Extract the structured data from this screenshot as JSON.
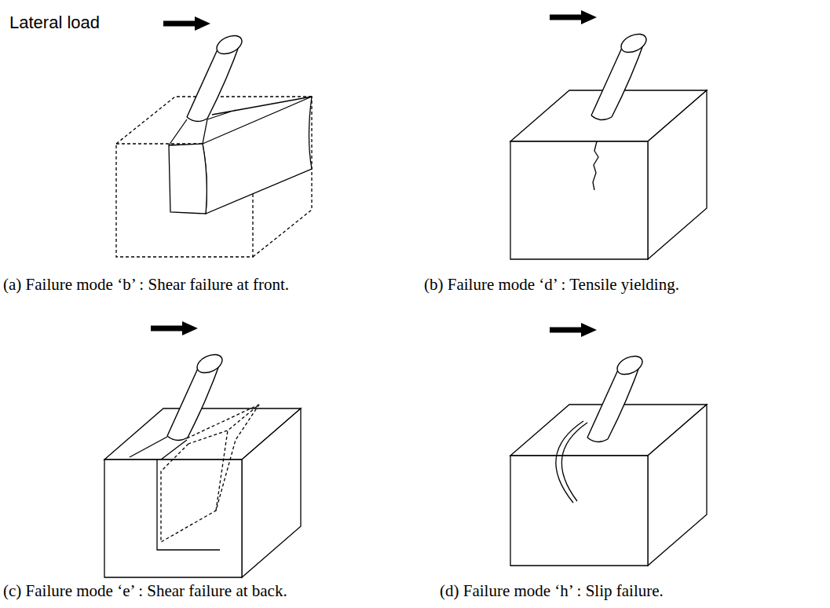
{
  "diagram": {
    "labels": [
      "Lateral load",
      "(a) Failure mode ‘b’ : Shear failure at front.",
      "(b) Failure mode ‘d’ : Tensile yielding.",
      "(c) Failure mode ‘e’ : Shear failure at back.",
      "(d) Failure mode ‘h’ : Slip failure."
    ]
  }
}
